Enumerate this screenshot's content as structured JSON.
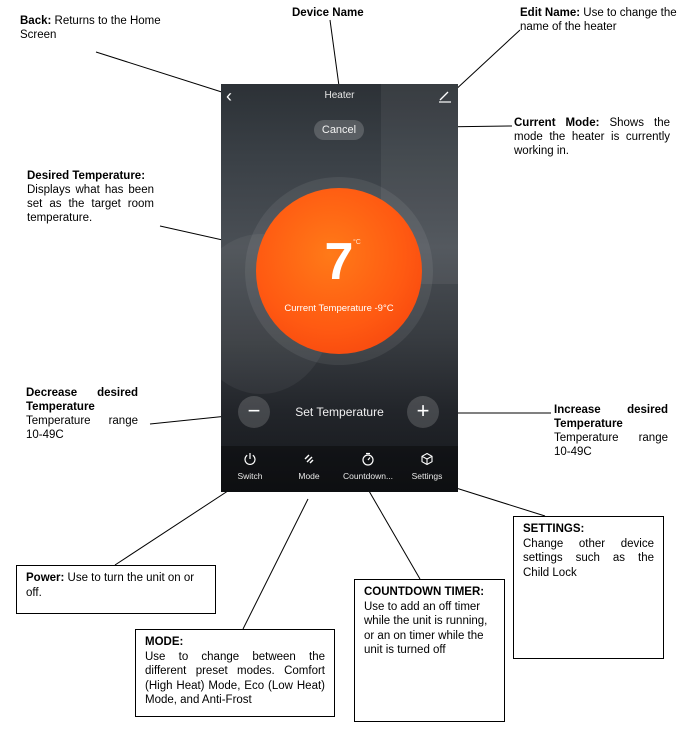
{
  "phone": {
    "title": "Heater",
    "back_glyph": "‹",
    "cancel_label": "Cancel",
    "setpoint": "7",
    "unit": "°C",
    "current_temperature": "Current Temperature -9°C",
    "decrease_glyph": "−",
    "increase_glyph": "+",
    "set_label": "Set Temperature",
    "tabs": [
      {
        "label": "Switch",
        "icon": "power-icon"
      },
      {
        "label": "Mode",
        "icon": "mode-icon"
      },
      {
        "label": "Countdown...",
        "icon": "timer-icon"
      },
      {
        "label": "Settings",
        "icon": "settings-icon"
      }
    ],
    "colors": {
      "dial": "#ff5a12",
      "dial_edge": "#f23c0c"
    }
  },
  "annotations": {
    "back": {
      "title": "Back:",
      "text": " Returns to the Home Screen"
    },
    "device_name": {
      "title": "Device Name"
    },
    "edit_name": {
      "title": "Edit Name:",
      "text": " Use to change the name of the heater"
    },
    "current_mode": {
      "title": "Current Mode:",
      "text": " Shows the mode the heater is currently working in."
    },
    "desired_temp": {
      "title": "Desired Temperature:",
      "text": "Displays what has been set as the target room temperature."
    },
    "decrease": {
      "title": "Decrease desired Temperature",
      "text": "Temperature range 10-49C"
    },
    "increase": {
      "title": "Increase desired Temperature",
      "text": "Temperature range 10-49C"
    },
    "power": {
      "title": "Power:",
      "text": " Use to turn the unit on or off."
    },
    "mode": {
      "title": "MODE:",
      "text": "Use to change between the different preset modes. Comfort (High Heat) Mode, Eco (Low Heat) Mode, and Anti-Frost"
    },
    "countdown": {
      "title": "COUNTDOWN TIMER:",
      "text": "Use to add an off timer while the unit is running, or an on timer while the unit is turned off"
    },
    "settings": {
      "title": "SETTINGS:",
      "text": "Change other device settings such as the Child Lock"
    }
  }
}
